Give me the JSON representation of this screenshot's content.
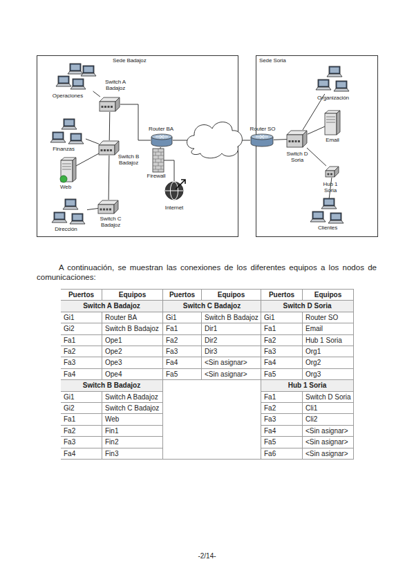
{
  "diagram": {
    "nodes": [
      {
        "text": [
          "Sede Badajoz"
        ]
      },
      {
        "text": [
          "Operaciones"
        ],
        "in": 0
      },
      {
        "text": [
          "Switch A Badajoz"
        ],
        "in": 0
      },
      {
        "text": [
          "Finanzas"
        ],
        "in": 0
      },
      {
        "text": [
          "Switch B Badajoz"
        ],
        "in": 0
      },
      {
        "text": [
          "Web"
        ],
        "in": 0
      },
      {
        "text": [
          "Dirección"
        ],
        "in": 0
      },
      {
        "text": [
          "Switch C Badajoz"
        ],
        "in": 0
      },
      {
        "text": [
          "Router BA"
        ],
        "in": 0
      },
      {
        "text": [
          "Firewall"
        ],
        "in": 0
      },
      {
        "text": [
          "Internet"
        ],
        "in": 0
      },
      {
        "text": [
          "Sede Soria"
        ]
      },
      {
        "text": [
          "Router SO"
        ],
        "in": 11
      },
      {
        "text": [
          "Organización"
        ],
        "in": 11
      },
      {
        "text": [
          "Email"
        ],
        "in": 11
      },
      {
        "text": [
          "Switch D Soria"
        ],
        "in": 11
      },
      {
        "text": [
          "Hub 1 Soria"
        ],
        "in": 11
      },
      {
        "text": [
          "Clientes"
        ],
        "in": 11
      }
    ],
    "edges": [
      {
        "from": 1,
        "to": 2,
        "arrow": "none"
      },
      {
        "from": 2,
        "to": 8,
        "arrow": "none"
      },
      {
        "from": 2,
        "to": 4,
        "arrow": "none"
      },
      {
        "from": 3,
        "to": 4,
        "arrow": "none"
      },
      {
        "from": 5,
        "to": 4,
        "arrow": "none"
      },
      {
        "from": 4,
        "to": 7,
        "arrow": "none"
      },
      {
        "from": 6,
        "to": 7,
        "arrow": "none"
      },
      {
        "from": 8,
        "to": 9,
        "arrow": "none"
      },
      {
        "from": 9,
        "to": 10,
        "arrow": "none"
      },
      {
        "from": 8,
        "to": 12,
        "arrow": "none"
      },
      {
        "from": 12,
        "to": 15,
        "arrow": "none"
      },
      {
        "from": 15,
        "to": 13,
        "arrow": "none"
      },
      {
        "from": 15,
        "to": 14,
        "arrow": "none"
      },
      {
        "from": 15,
        "to": 16,
        "arrow": "none"
      },
      {
        "from": 16,
        "to": 17,
        "arrow": "none"
      }
    ],
    "labels": [
      "A continuación, se muestran las conexiones de los diferentes equipos a los nodos de comunicaciones:",
      "Puertos",
      "Equipos",
      "Puertos",
      "Equipos",
      "Puertos",
      "Equipos",
      "Switch A Badajoz",
      "Switch C Badajoz",
      "Switch D Soria",
      "Gi1",
      "Router BA",
      "Gi1",
      "Switch B Badajoz",
      "Gi1",
      "Router SO",
      "Gi2",
      "Switch B Badajoz",
      "Fa1",
      "Dir1",
      "Fa1",
      "Email",
      "Fa1",
      "Ope1",
      "Fa2",
      "Dir2",
      "Fa2",
      "Hub 1 Soria",
      "Fa2",
      "Ope2",
      "Fa3",
      "Dir3",
      "Fa3",
      "Org1",
      "Fa3",
      "Ope3",
      "Fa4",
      "<Sin asignar>",
      "Fa4",
      "Org2",
      "Fa4",
      "Ope4",
      "Fa5",
      "<Sin asignar>",
      "Fa5",
      "Org3",
      "Switch B Badajoz",
      "Hub 1 Soria",
      "Gi1",
      "Switch A Badajoz",
      "Fa1",
      "Switch D Soria",
      "Gi2",
      "Switch C Badajoz",
      "Fa2",
      "Cli1",
      "Fa1",
      "Web",
      "Fa3",
      "Cli2",
      "Fa2",
      "Fin1",
      "Fa4",
      "<Sin asignar>",
      "Fa3",
      "Fin2",
      "Fa5",
      "<Sin asignar>",
      "Fa4",
      "Fin3",
      "Fa6",
      "<Sin asignar>",
      "-2/14-"
    ]
  }
}
